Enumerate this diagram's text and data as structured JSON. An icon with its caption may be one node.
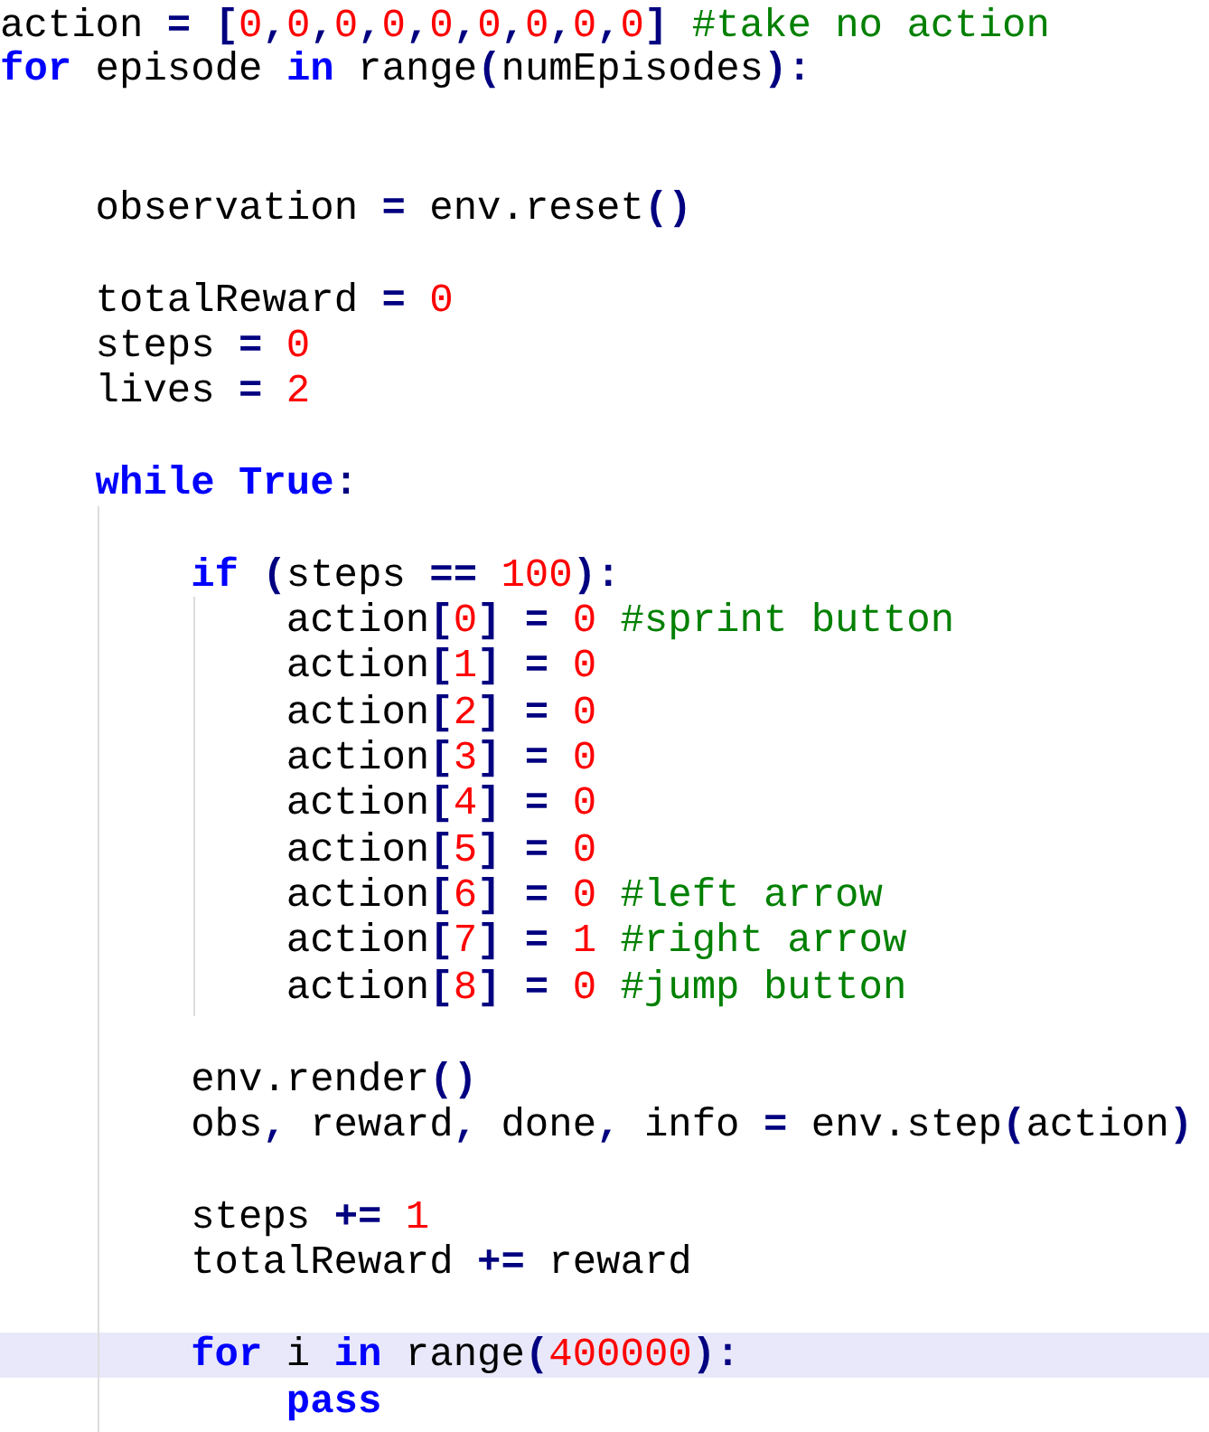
{
  "diagram": {
    "labels": [
      "action = [0,0,0,0,0,0,0,0,0] #take no action",
      "**for** episode **in** range(numEpisodes):",
      "observation = env.reset()",
      "totalReward = 0",
      "steps = 0",
      "lives = 2",
      "**while** **True**:",
      "**if** (steps == 100):",
      "action[0] = 0 #sprint button",
      "action[1] = 0",
      "action[2] = 0",
      "action[3] = 0",
      "action[4] = 0",
      "action[5] = 0",
      "action[6] = 0 #left arrow",
      "action[7] = 1 #right arrow",
      "action[8] = 0 #jump button",
      "env.render()",
      "obs, reward, done, info = env.step(action)",
      "steps += 1",
      "totalReward += reward",
      "**for** i **in** range(400000):",
      "**pass**"
    ]
  }
}
